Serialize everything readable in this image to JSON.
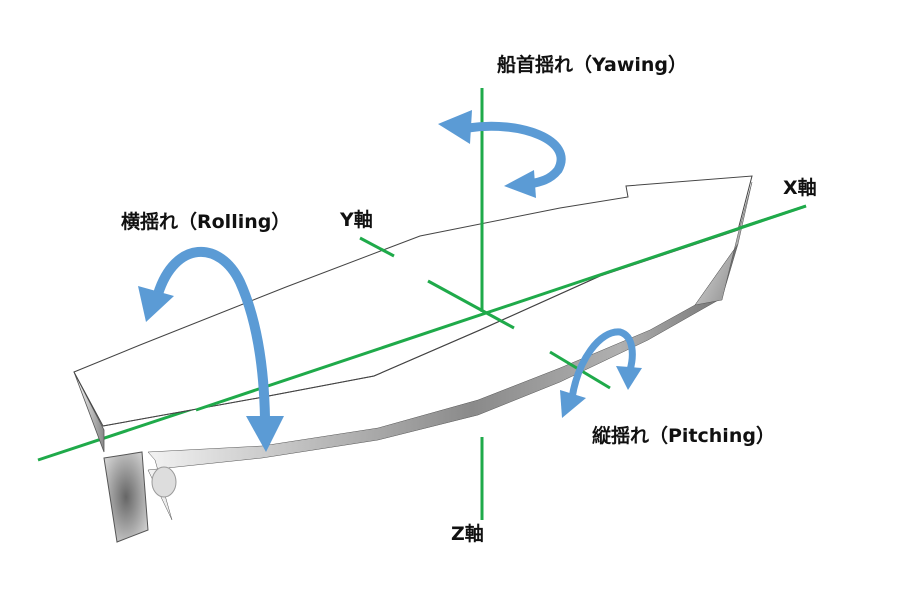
{
  "labels": {
    "yawing": "船首揺れ（Yawing）",
    "rolling": "横揺れ（Rolling）",
    "pitching": "縦揺れ（Pitching）",
    "x_axis": "X軸",
    "y_axis": "Y軸",
    "z_axis": "Z軸"
  },
  "colors": {
    "axis": "#1faa4a",
    "arrow": "#5b9bd5",
    "hull_outline": "#444444",
    "label": "#111111"
  }
}
